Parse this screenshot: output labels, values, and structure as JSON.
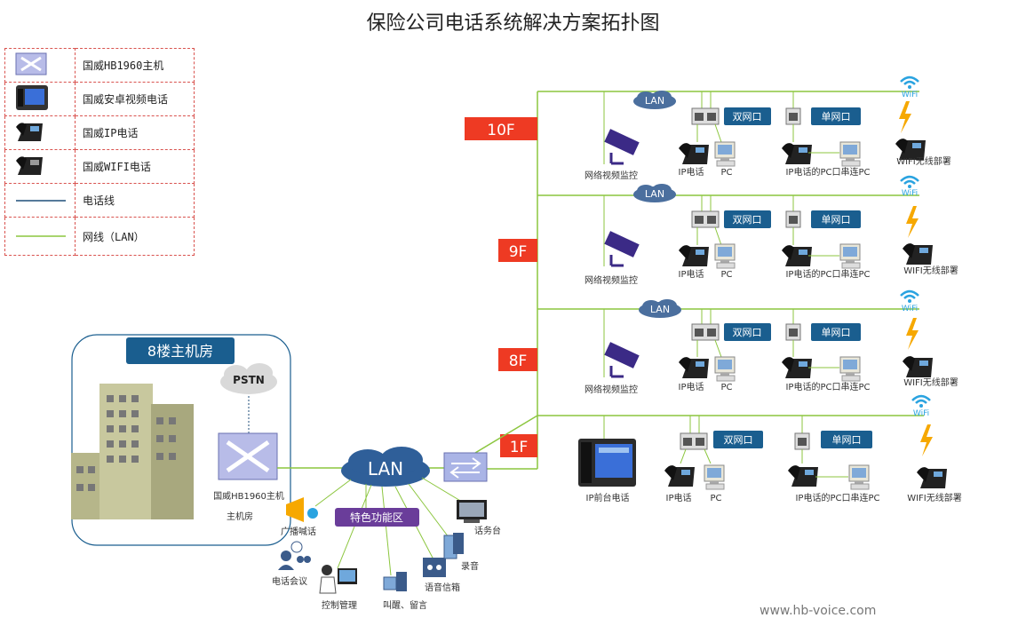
{
  "title": "保险公司电话系统解决方案拓扑图",
  "legend": {
    "items": [
      {
        "icon": "pbx-icon",
        "label": "国威HB1960主机"
      },
      {
        "icon": "video-phone-icon",
        "label": "国威安卓视频电话"
      },
      {
        "icon": "ip-phone-icon",
        "label": "国威IP电话"
      },
      {
        "icon": "wifi-phone-icon",
        "label": "国威WIFI电话"
      },
      {
        "icon": "phone-line-icon",
        "label": "电话线"
      },
      {
        "icon": "lan-line-icon",
        "label": "网线（LAN）"
      }
    ]
  },
  "colors": {
    "lan_line": "#8cc63f",
    "phone_line": "#1f4e79",
    "floor_badge": "#ee3a23",
    "port_label": "#1a5e8f",
    "zone": "#6a3d9a"
  },
  "machine_room": {
    "title": "8楼主机房",
    "pstn": "PSTN",
    "host_label": "国威HB1960主机",
    "room_label": "主机房"
  },
  "center": {
    "lan": "LAN",
    "feature_zone": "特色功能区"
  },
  "features": {
    "broadcast": "广播喊话",
    "conference": "电话会议",
    "control": "控制管理",
    "wakeup": "叫醒、留言",
    "voicemail": "语音信箱",
    "record": "录音",
    "operator": "话务台"
  },
  "floors": [
    {
      "name": "10F",
      "lan": "LAN",
      "camera": "网络视频监控",
      "dual": "双网口",
      "single": "单网口",
      "ipphone": "IP电话",
      "pc": "PC",
      "serial": "IP电话的PC口串连PC",
      "wifi": "WiFi",
      "wifi_deploy": "WIFI无线部署"
    },
    {
      "name": "9F",
      "lan": "LAN",
      "camera": "网络视频监控",
      "dual": "双网口",
      "single": "单网口",
      "ipphone": "IP电话",
      "pc": "PC",
      "serial": "IP电话的PC口串连PC",
      "wifi": "WiFi",
      "wifi_deploy": "WIFI无线部署"
    },
    {
      "name": "8F",
      "lan": "LAN",
      "camera": "网络视频监控",
      "dual": "双网口",
      "single": "单网口",
      "ipphone": "IP电话",
      "pc": "PC",
      "serial": "IP电话的PC口串连PC",
      "wifi": "WiFi",
      "wifi_deploy": "WIFI无线部署"
    }
  ],
  "floor1": {
    "name": "1F",
    "reception": "IP前台电话",
    "dual": "双网口",
    "single": "单网口",
    "ipphone": "IP电话",
    "pc": "PC",
    "serial": "IP电话的PC口串连PC",
    "wifi": "WiFi",
    "wifi_deploy": "WIFI无线部署"
  },
  "website": "www.hb-voice.com"
}
